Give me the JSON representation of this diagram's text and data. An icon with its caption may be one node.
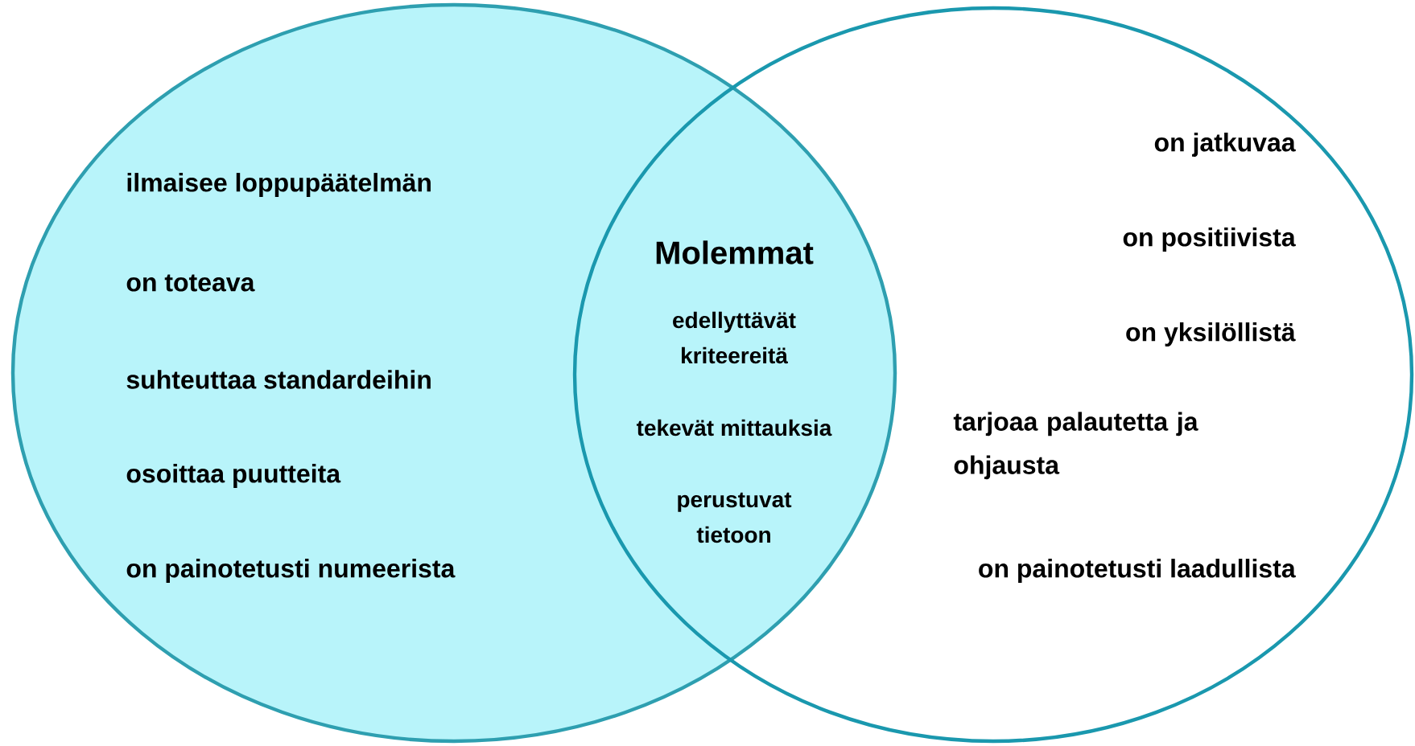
{
  "diagram": {
    "nodes": [
      {
        "text": [
          "ilmaisee loppupäätelmän",
          "on toteava",
          "suhteuttaa standardeihin",
          "osoittaa puutteita",
          "on painotetusti numeerista"
        ]
      },
      {
        "text": [
          "on jatkuvaa",
          "on positiivista",
          "on yksilöllistä",
          "tarjoaa palautetta ja ohjausta",
          "on painotetusti laadullista"
        ]
      }
    ],
    "labels": [
      "Molemmat",
      "edellyttävät kriteereitä",
      "tekevät mittauksia",
      "perustuvat tietoon"
    ]
  }
}
